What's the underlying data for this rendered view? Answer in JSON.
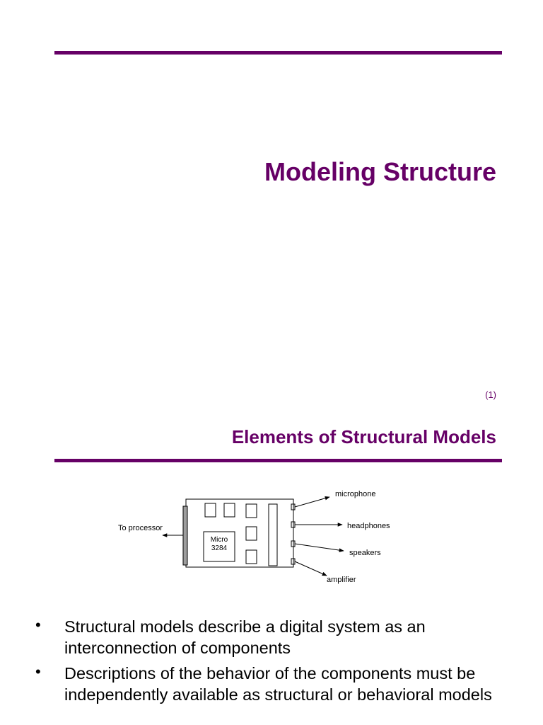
{
  "slide1": {
    "title": "Modeling Structure",
    "page_number": "(1)"
  },
  "slide2": {
    "title": "Elements of Structural Models",
    "diagram": {
      "chip_label_line1": "Micro",
      "chip_label_line2": "3284",
      "left_port_label": "To processor",
      "outputs": [
        "microphone",
        "headphones",
        "speakers",
        "amplifier"
      ]
    },
    "bullets": [
      "Structural models describe a digital system as an interconnection of components",
      "Descriptions of the behavior of the components must be independently available as structural or behavioral models"
    ]
  },
  "colors": {
    "accent": "#660066",
    "text": "#000000",
    "background": "#ffffff"
  }
}
